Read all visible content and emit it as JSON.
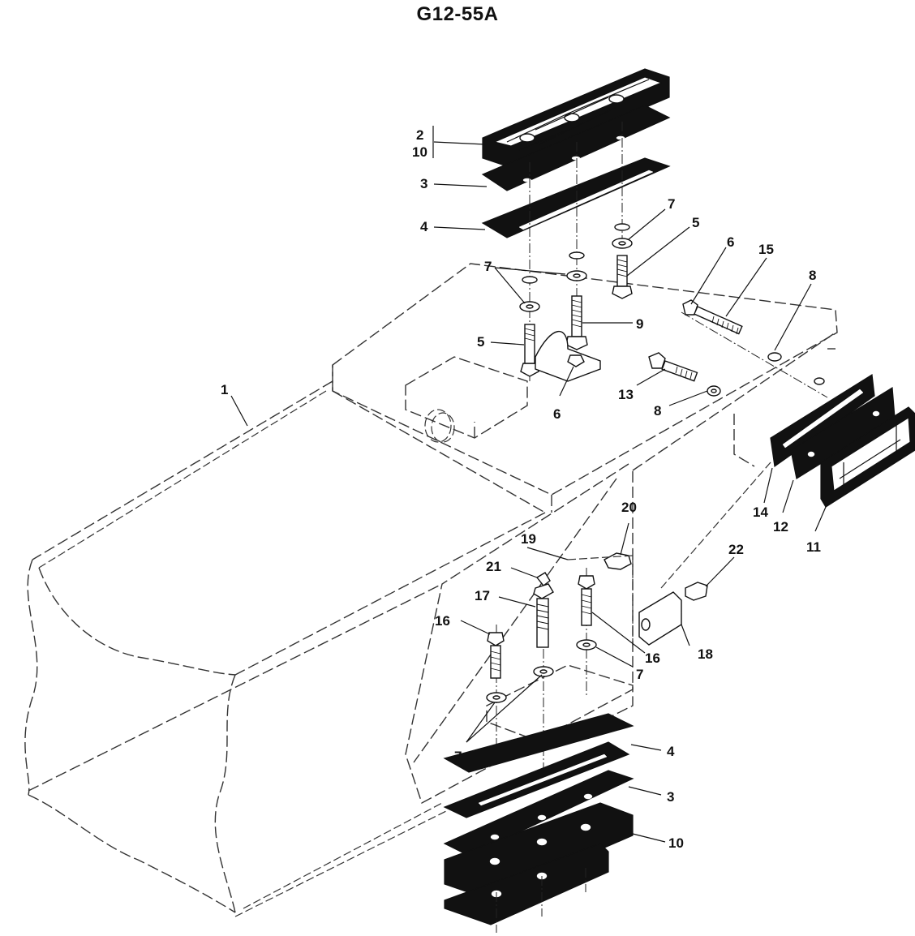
{
  "title": "G12-55A",
  "callouts": {
    "c2": "2",
    "c10_top": "10",
    "c3_top": "3",
    "c4_top": "4",
    "c7_a": "7",
    "c5_a": "5",
    "c6_a": "6",
    "c15": "15",
    "c8_a": "8",
    "c7_b": "7",
    "c9": "9",
    "c5_b": "5",
    "c6_b": "6",
    "c1": "1",
    "c13": "13",
    "c8_b": "8",
    "c14": "14",
    "c12": "12",
    "c11": "11",
    "c20": "20",
    "c19": "19",
    "c21": "21",
    "c22": "22",
    "c17": "17",
    "c16_a": "16",
    "c16_b": "16",
    "c7_c": "7",
    "c18": "18",
    "c7_d": "7",
    "c4_bot": "4",
    "c3_bot": "3",
    "c10_bot": "10"
  }
}
